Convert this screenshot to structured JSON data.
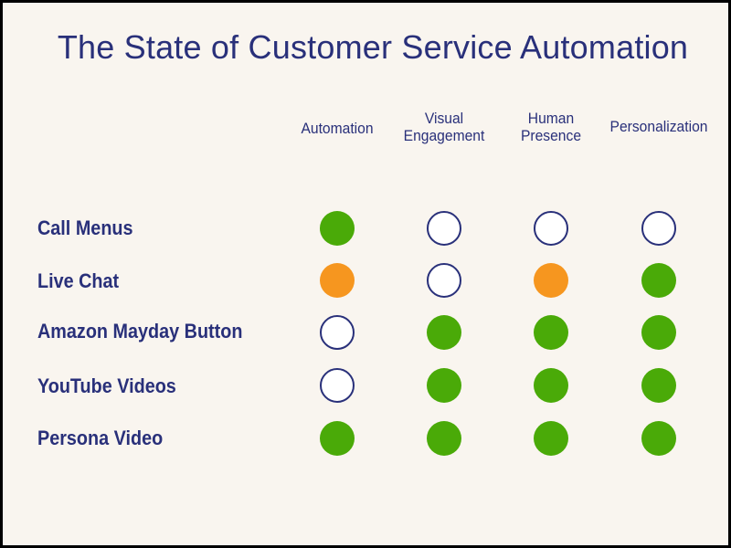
{
  "title": "The State of Customer Service Automation",
  "columns": [
    {
      "line1": "Automation",
      "line2": ""
    },
    {
      "line1": "Visual",
      "line2": "Engagement"
    },
    {
      "line1": "Human",
      "line2": "Presence"
    },
    {
      "line1": "Personalization",
      "line2": ""
    }
  ],
  "rows": [
    {
      "label": "Call Menus",
      "values": [
        "green",
        "empty",
        "empty",
        "empty"
      ]
    },
    {
      "label": "Live Chat",
      "values": [
        "orange",
        "empty",
        "orange",
        "green"
      ]
    },
    {
      "label": "Amazon Mayday Button",
      "values": [
        "empty",
        "green",
        "green",
        "green"
      ]
    },
    {
      "label": "YouTube Videos",
      "values": [
        "empty",
        "green",
        "green",
        "green"
      ]
    },
    {
      "label": "Persona Video",
      "values": [
        "green",
        "green",
        "green",
        "green"
      ]
    }
  ],
  "colors": {
    "green": "#4aaa08",
    "orange": "#f6961f",
    "empty_border": "#29307a",
    "text": "#29307a",
    "background": "#f9f5ef"
  }
}
